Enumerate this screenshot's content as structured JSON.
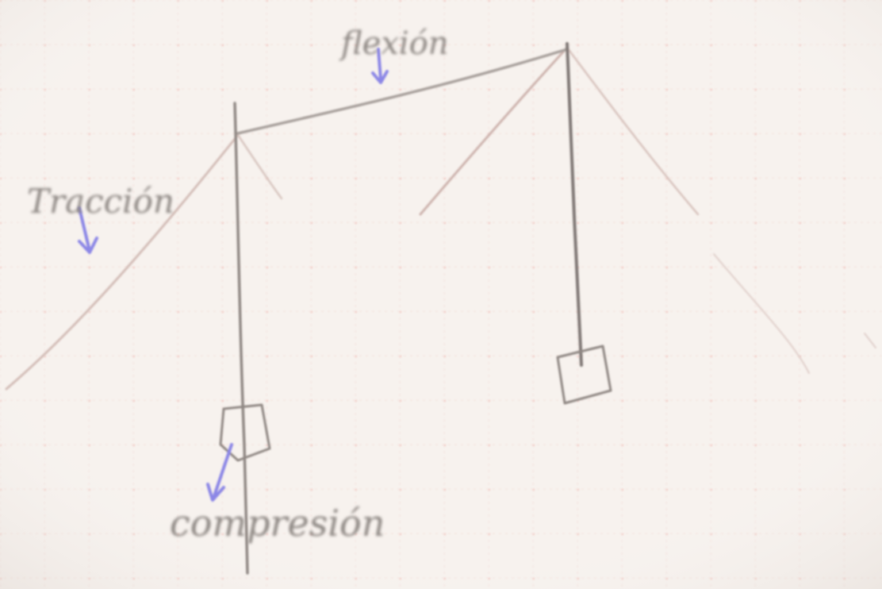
{
  "labels": {
    "top": "flexión",
    "left": "Tracción",
    "bottom": "compresión"
  },
  "colors": {
    "paper": "#f7f2ee",
    "grid": "#efc9c4",
    "grid_dot": "#f0b9b2",
    "pencil": "#8f8783",
    "pencil_light": "#c9b3ad",
    "blue_arrow": "#8b86e6"
  }
}
